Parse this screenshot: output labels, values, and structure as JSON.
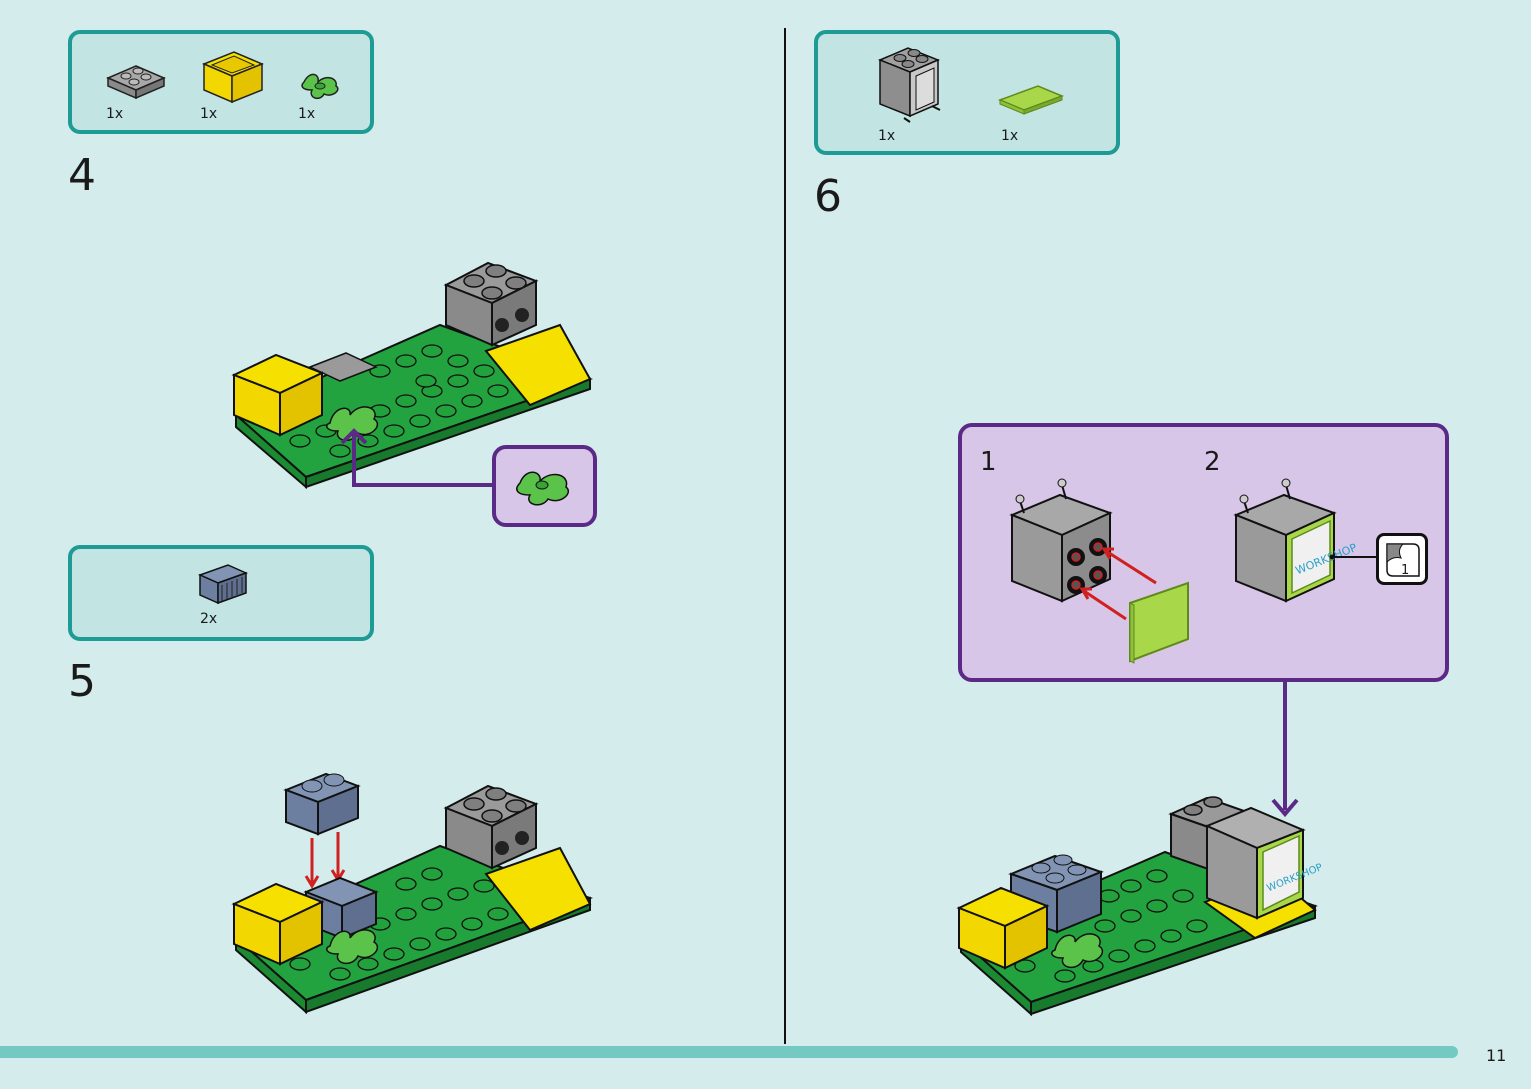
{
  "steps": [
    {
      "number": "4",
      "parts": [
        {
          "icon": "gray-plate-2x2-icon",
          "qty": "1x"
        },
        {
          "icon": "yellow-box-icon",
          "qty": "1x"
        },
        {
          "icon": "green-leaf-plant-icon",
          "qty": "1x"
        }
      ]
    },
    {
      "number": "5",
      "parts": [
        {
          "icon": "blue-grille-brick-icon",
          "qty": "2x"
        }
      ]
    },
    {
      "number": "6",
      "parts": [
        {
          "icon": "gray-cupboard-icon",
          "qty": "1x"
        },
        {
          "icon": "lime-tile-icon",
          "qty": "1x"
        }
      ],
      "substeps": [
        {
          "number": "1"
        },
        {
          "number": "2",
          "sticker_label": "1"
        }
      ]
    }
  ],
  "page_number": "11",
  "colors": {
    "background": "#d5ecec",
    "part_box_border": "#1e9b94",
    "callout_border": "#5b2a86",
    "footer_bar": "#74c9c3"
  }
}
